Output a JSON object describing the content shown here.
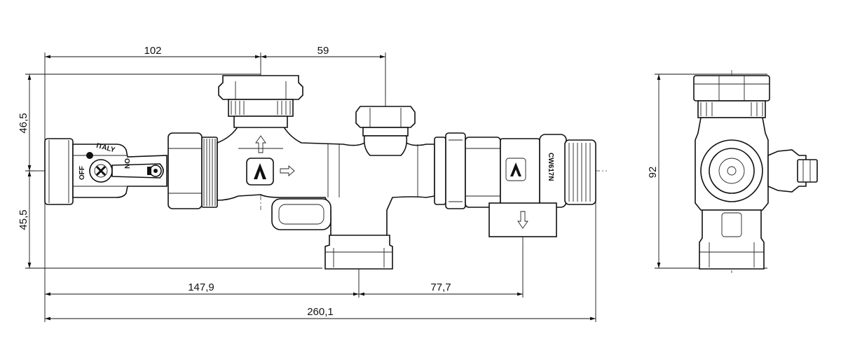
{
  "dimensions": {
    "top_left": "102",
    "top_right": "59",
    "left_upper": "46,5",
    "left_lower": "45,5",
    "bottom_left": "147,9",
    "bottom_right": "77,7",
    "overall_length": "260,1",
    "side_height": "92"
  },
  "markings": {
    "valve_off": "OFF",
    "valve_on": "ON",
    "valve_origin": "ITALY",
    "model_code": "CW617N"
  },
  "icons": [
    "flow-arrow-icon",
    "brand-logo-icon",
    "ball-valve-handle-icon"
  ]
}
